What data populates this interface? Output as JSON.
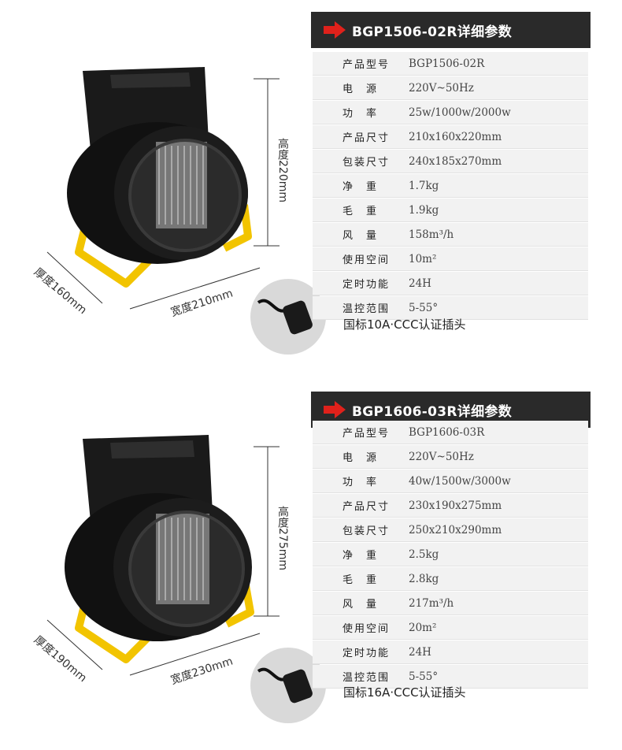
{
  "products": [
    {
      "title": "BGP1506-02R详细参数",
      "specs": [
        {
          "key": "产品型号",
          "value": "BGP1506-02R"
        },
        {
          "key": "电　源",
          "value": "220V~50Hz"
        },
        {
          "key": "功　率",
          "value": "25w/1000w/2000w"
        },
        {
          "key": "产品尺寸",
          "value": "210x160x220mm"
        },
        {
          "key": "包装尺寸",
          "value": "240x185x270mm"
        },
        {
          "key": "净　重",
          "value": "1.7kg"
        },
        {
          "key": "毛　重",
          "value": "1.9kg"
        },
        {
          "key": "风　量",
          "value": "158m³/h"
        },
        {
          "key": "使用空间",
          "value": "10m²"
        },
        {
          "key": "定时功能",
          "value": "24H"
        },
        {
          "key": "温控范围",
          "value": "5-55°"
        }
      ],
      "plug_label": "国标10A·CCC认证插头",
      "dims": {
        "height": "高度220mm",
        "width": "宽度210mm",
        "depth": "厚度160mm"
      }
    },
    {
      "title": "BGP1606-03R详细参数",
      "specs": [
        {
          "key": "产品型号",
          "value": "BGP1606-03R"
        },
        {
          "key": "电　源",
          "value": "220V~50Hz"
        },
        {
          "key": "功　率",
          "value": "40w/1500w/3000w"
        },
        {
          "key": "产品尺寸",
          "value": "230x190x275mm"
        },
        {
          "key": "包装尺寸",
          "value": "250x210x290mm"
        },
        {
          "key": "净　重",
          "value": "2.5kg"
        },
        {
          "key": "毛　重",
          "value": "2.8kg"
        },
        {
          "key": "风　量",
          "value": "217m³/h"
        },
        {
          "key": "使用空间",
          "value": "20m²"
        },
        {
          "key": "定时功能",
          "value": "24H"
        },
        {
          "key": "温控范围",
          "value": "5-55°"
        }
      ],
      "plug_label": "国标16A·CCC认证插头",
      "dims": {
        "height": "高度275mm",
        "width": "宽度230mm",
        "depth": "厚度190mm"
      }
    }
  ],
  "colors": {
    "header_bg": "#2a2a2a",
    "logo_red": "#e0211b",
    "stand_yellow": "#f2c400",
    "row_bg": "#f2f2f2"
  }
}
